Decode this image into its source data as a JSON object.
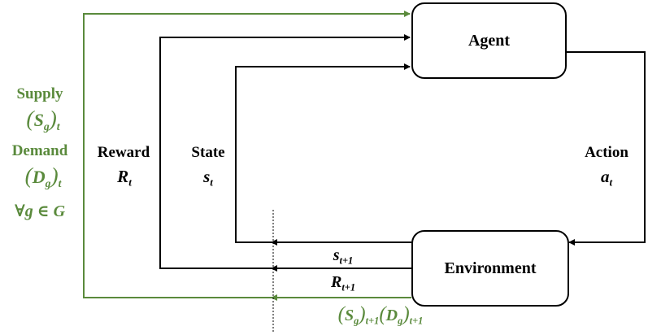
{
  "nodes": {
    "agent": "Agent",
    "environment": "Environment"
  },
  "signals": {
    "reward_word": "Reward",
    "reward_symbol": "R",
    "reward_subscript": "t",
    "state_word": "State",
    "state_symbol": "s",
    "state_subscript": "t",
    "action_word": "Action",
    "action_symbol": "a",
    "action_subscript": "t",
    "next_state_symbol": "s",
    "next_state_subscript": "t+1",
    "next_reward_symbol": "R",
    "next_reward_subscript": "t+1"
  },
  "grid_signals": {
    "supply_word": "Supply",
    "supply_symbol": "S",
    "supply_inner_subscript": "g",
    "supply_outer_subscript": "t",
    "demand_word": "Demand",
    "demand_symbol": "D",
    "demand_inner_subscript": "g",
    "demand_outer_subscript": "t",
    "quantifier": "∀g ∈ G",
    "next_supply_symbol": "S",
    "next_supply_inner_subscript": "g",
    "next_supply_outer_subscript": "t+1",
    "next_demand_symbol": "D",
    "next_demand_inner_subscript": "g",
    "next_demand_outer_subscript": "t+1"
  },
  "colors": {
    "grid_signal": "#5a8a3c",
    "line": "#000000"
  }
}
